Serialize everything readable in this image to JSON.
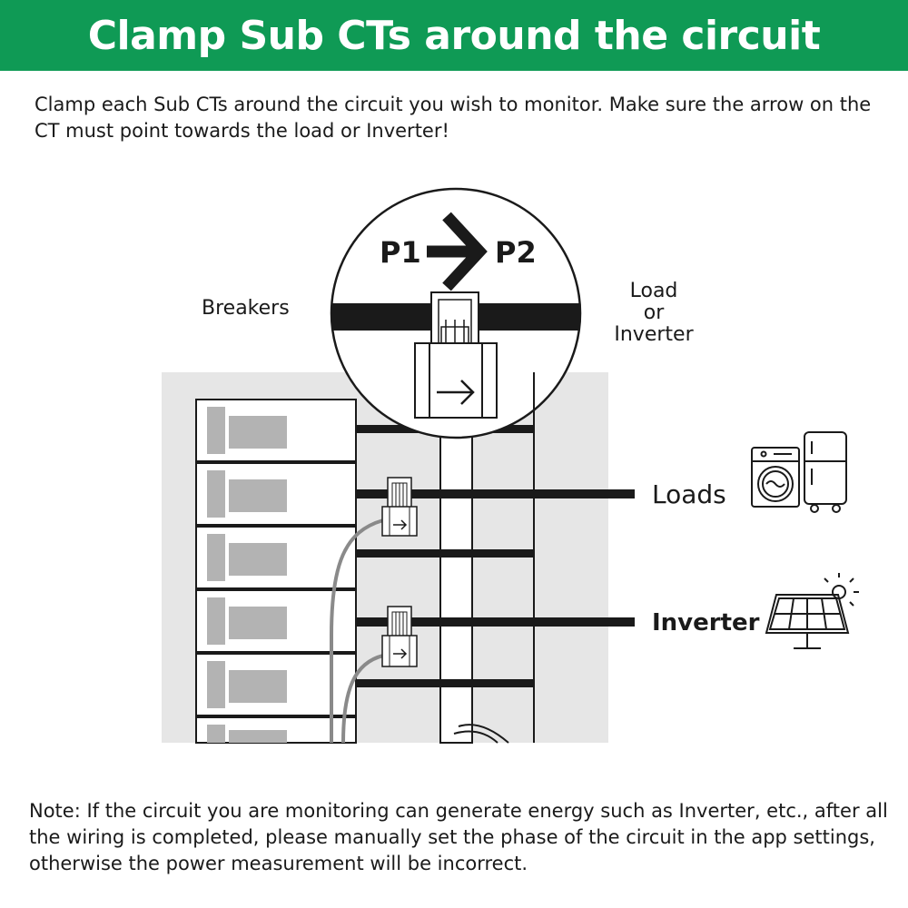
{
  "header": {
    "title": "Clamp Sub CTs around the circuit"
  },
  "intro": {
    "text": "Clamp each Sub CTs around the circuit you wish to monitor. Make sure the arrow on the CT must point towards the load or Inverter!"
  },
  "diagram": {
    "breakers_label": "Breakers",
    "load_inverter_label": [
      "Load",
      "or",
      "Inverter"
    ],
    "p1_label": "P1",
    "p2_label": "P2",
    "loads_label": "Loads",
    "inverter_label": "Inverter",
    "icons": [
      "ct-clamp-icon",
      "arrow-right-icon",
      "washing-machine-icon",
      "refrigerator-icon",
      "solar-panel-icon",
      "sun-icon"
    ]
  },
  "note": {
    "text": "Note: If the circuit you are monitoring can generate energy such as Inverter, etc., after all the wiring is completed, please manually set the phase of the circuit in the app settings, otherwise the power measurement will be incorrect."
  },
  "colors": {
    "header_bg": "#0f9a55",
    "panel_gray": "#e5e5e5",
    "breaker_gray": "#b3b3b3",
    "wire_gray": "#8a8a8a",
    "bus_black": "#1a1a1a"
  }
}
